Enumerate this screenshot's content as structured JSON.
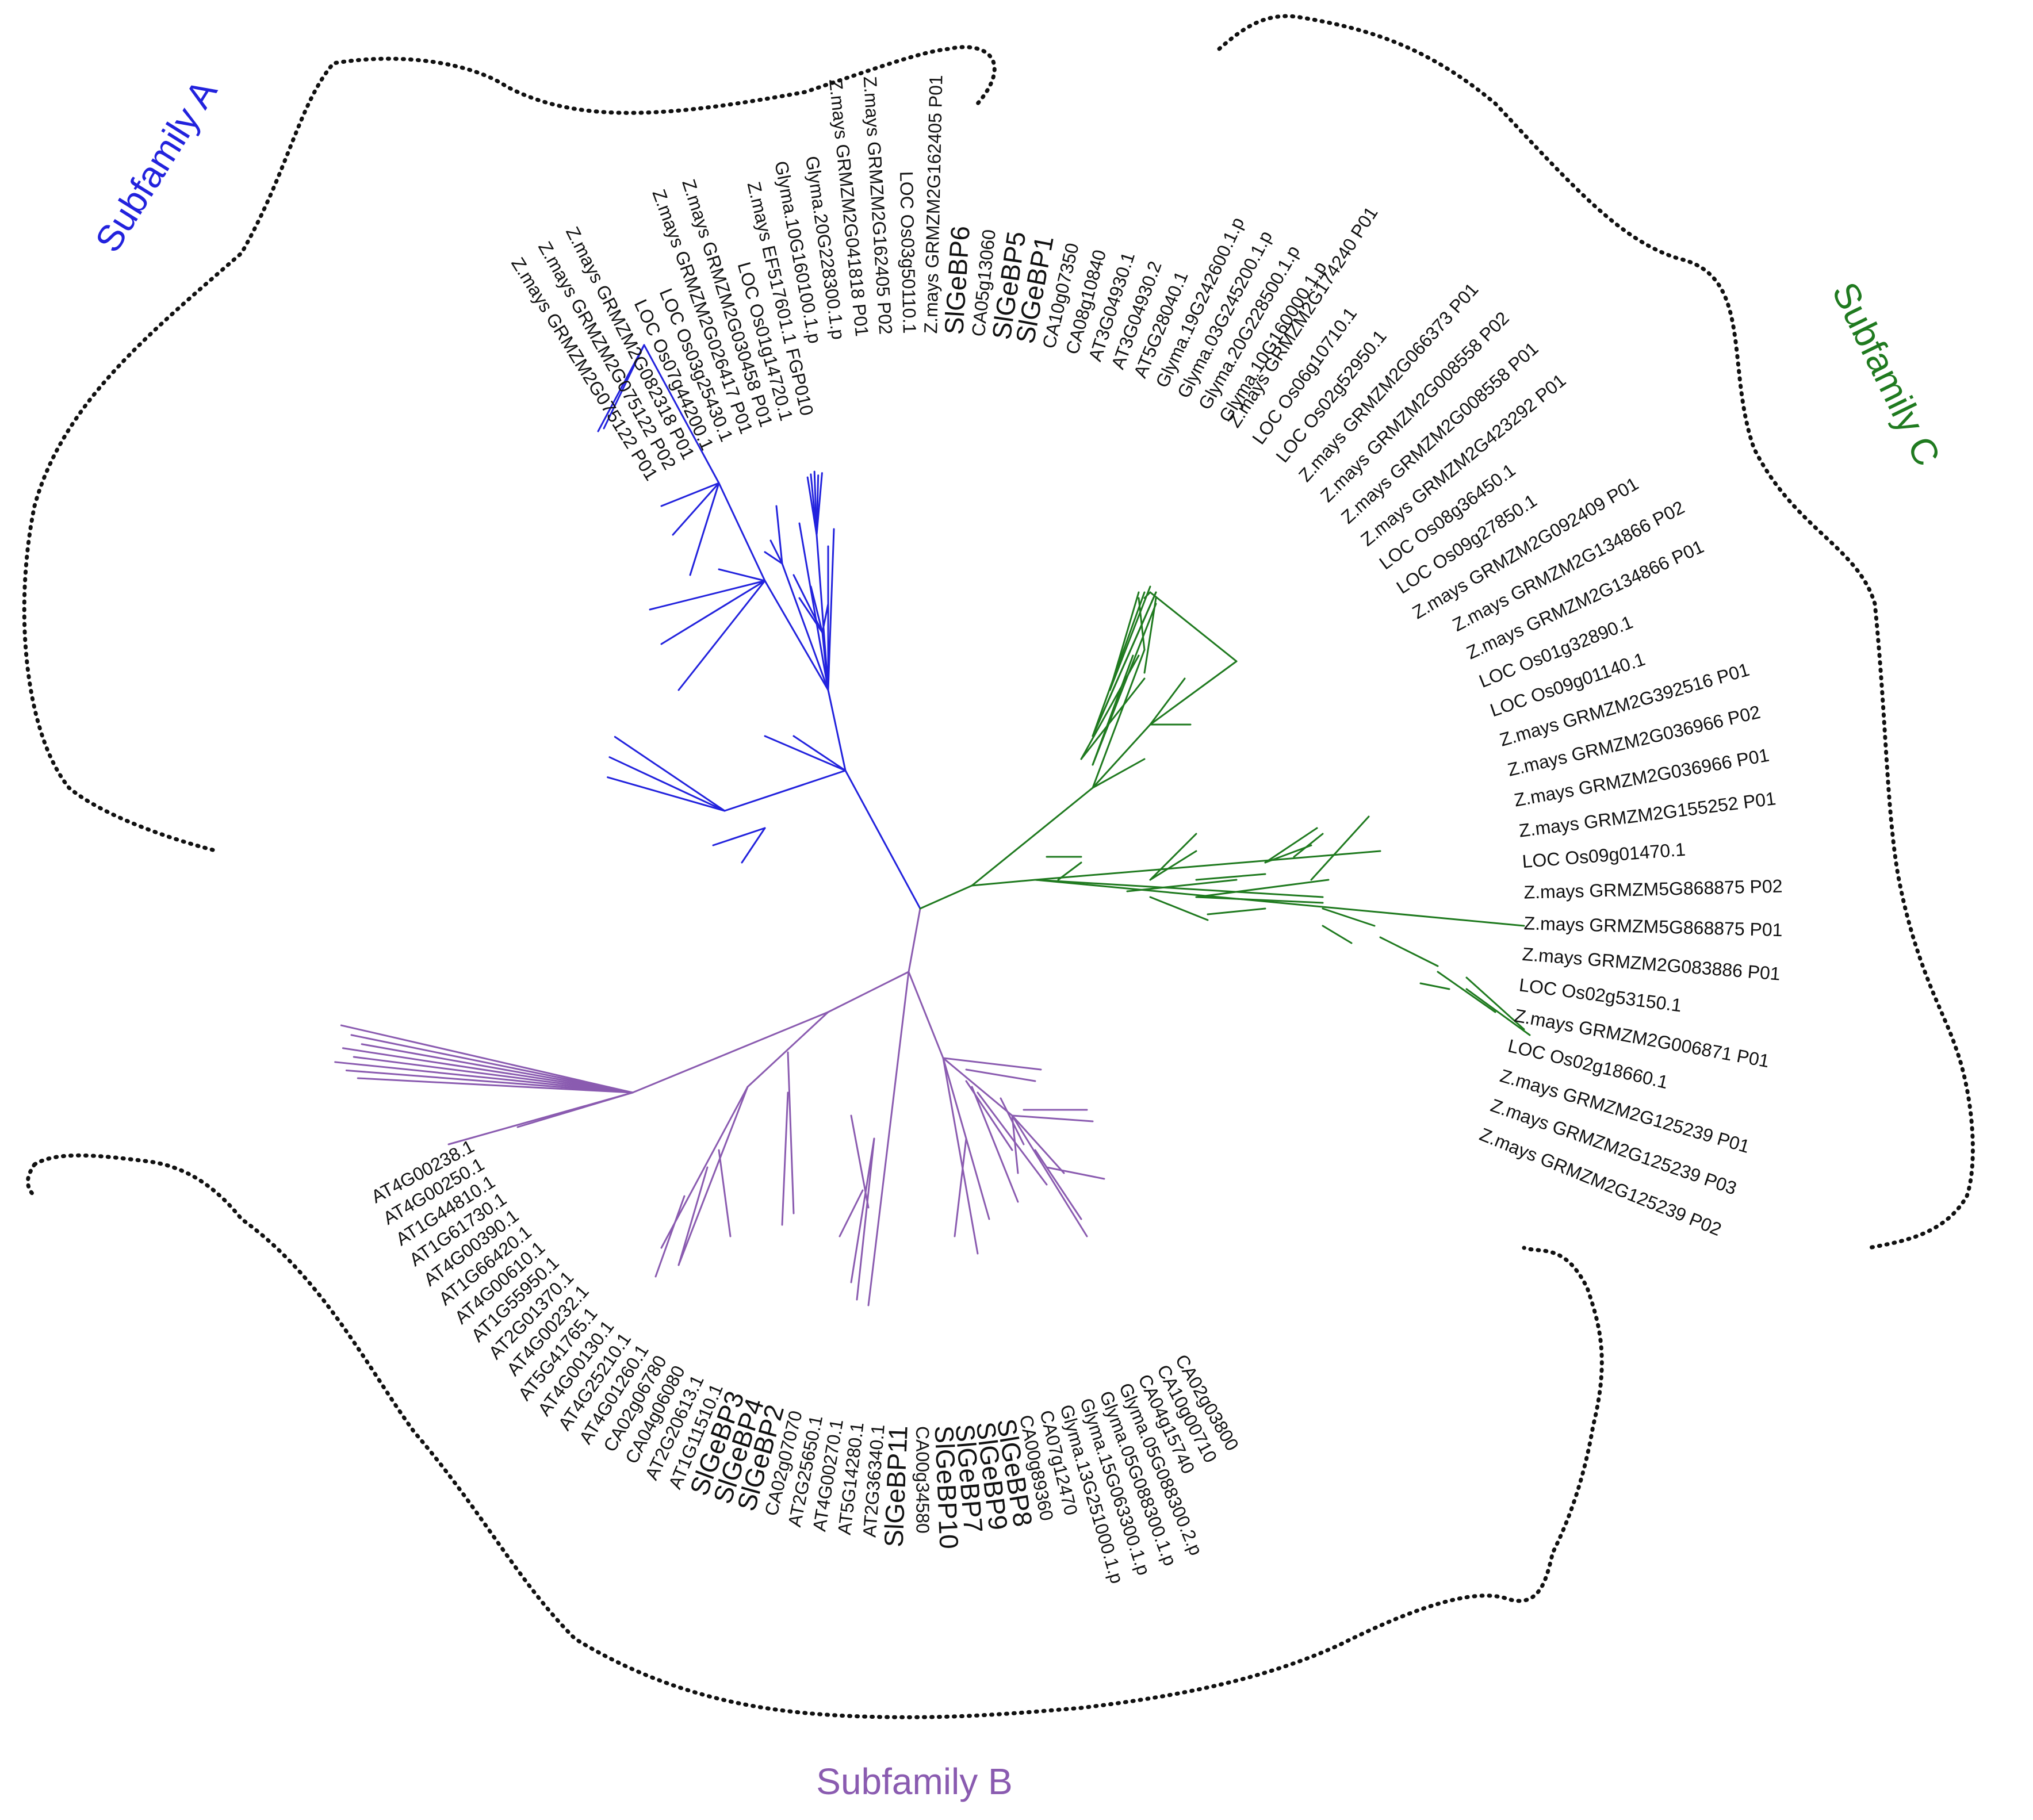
{
  "colors": {
    "subfamily_a": "#2222dd",
    "subfamily_b": "#8a5bb0",
    "subfamily_c": "#1f7a1f",
    "highlight": "#ee1c1c",
    "text": "#111111",
    "outline": "#111111"
  },
  "subfamily_labels": {
    "a": "Subfamily A",
    "b": "Subfamily B",
    "c": "Subfamily C"
  },
  "leaves": {
    "a": [
      "Z.mays GRMZM2G075122 P01",
      "Z.mays GRMZM2G075122 P02",
      "Z.mays GRMZM2G082318 P01",
      "LOC Os07g44200.1",
      "LOC Os03g25430.1",
      "Z.mays GRMZM2G026417 P01",
      "Z.mays GRMZM2G030458 P01",
      "LOC Os01g14720.1",
      "Z.mays EF517601.1 FGP010",
      "Glyma.10G160100.1.p",
      "Glyma.20G228300.1.p",
      "Z.mays GRMZM2G041818 P01",
      "Z.mays GRMZM2G162405 P02",
      "LOC Os03g50110.1",
      "Z.mays GRMZM2G162405 P01",
      "SlGeBP6",
      "CA05g13060",
      "SlGeBP5",
      "SlGeBP1",
      "CA10g07350",
      "CA08g10840",
      "AT3G04930.1",
      "AT3G04930.2",
      "AT5G28040.1",
      "Glyma.19G242600.1.p",
      "Glyma.03G245200.1.p",
      "Glyma.20G228500.1.p",
      "Glyma.10G160000.1.p"
    ],
    "c": [
      "Z.mays GRMZM2G174240 P01",
      "LOC Os06g10710.1",
      "LOC Os02g52950.1",
      "Z.mays GRMZM2G066373 P01",
      "Z.mays GRMZM2G008558 P02",
      "Z.mays GRMZM2G008558 P01",
      "Z.mays GRMZM2G423292 P01",
      "LOC Os08g36450.1",
      "LOC Os09g27850.1",
      "Z.mays GRMZM2G092409 P01",
      "Z.mays GRMZM2G134866 P02",
      "Z.mays GRMZM2G134866 P01",
      "LOC Os01g32890.1",
      "LOC Os09g01140.1",
      "Z.mays GRMZM2G392516 P01",
      "Z.mays GRMZM2G036966 P02",
      "Z.mays GRMZM2G036966 P01",
      "Z.mays GRMZM2G155252 P01",
      "LOC Os09g01470.1",
      "Z.mays GRMZM5G868875 P02",
      "Z.mays GRMZM5G868875 P01",
      "Z.mays GRMZM2G083886 P01",
      "LOC Os02g53150.1",
      "Z.mays GRMZM2G006871 P01",
      "LOC Os02g18660.1",
      "Z.mays GRMZM2G125239 P01",
      "Z.mays GRMZM2G125239 P03",
      "Z.mays GRMZM2G125239 P02"
    ],
    "b": [
      "AT4G00238.1",
      "AT4G00250.1",
      "AT1G44810.1",
      "AT1G61730.1",
      "AT4G00390.1",
      "AT1G66420.1",
      "AT4G00610.1",
      "AT1G55950.1",
      "AT2G01370.1",
      "AT4G00232.1",
      "AT5G41765.1",
      "AT4G00130.1",
      "AT4G25210.1",
      "AT4G01260.1",
      "CA02g06780",
      "CA04g06080",
      "AT2G20613.1",
      "AT1G11510.1",
      "SlGeBP3",
      "SlGeBP4",
      "SlGeBP2",
      "CA02g07070",
      "AT2G25650.1",
      "AT4G00270.1",
      "AT5G14280.1",
      "AT2G36340.1",
      "SlGeBP11",
      "CA00g34580",
      "SlGeBP10",
      "SlGeBP7",
      "SlGeBP9",
      "SlGeBP8",
      "CA00g89360",
      "CA07g12470",
      "Glyma.13G251000.1.p",
      "Glyma.15G063300.1.p",
      "Glyma.05G088300.1.p",
      "Glyma.05G088300.2.p",
      "CA04g15740",
      "CA10g00710",
      "CA02g03800"
    ]
  }
}
